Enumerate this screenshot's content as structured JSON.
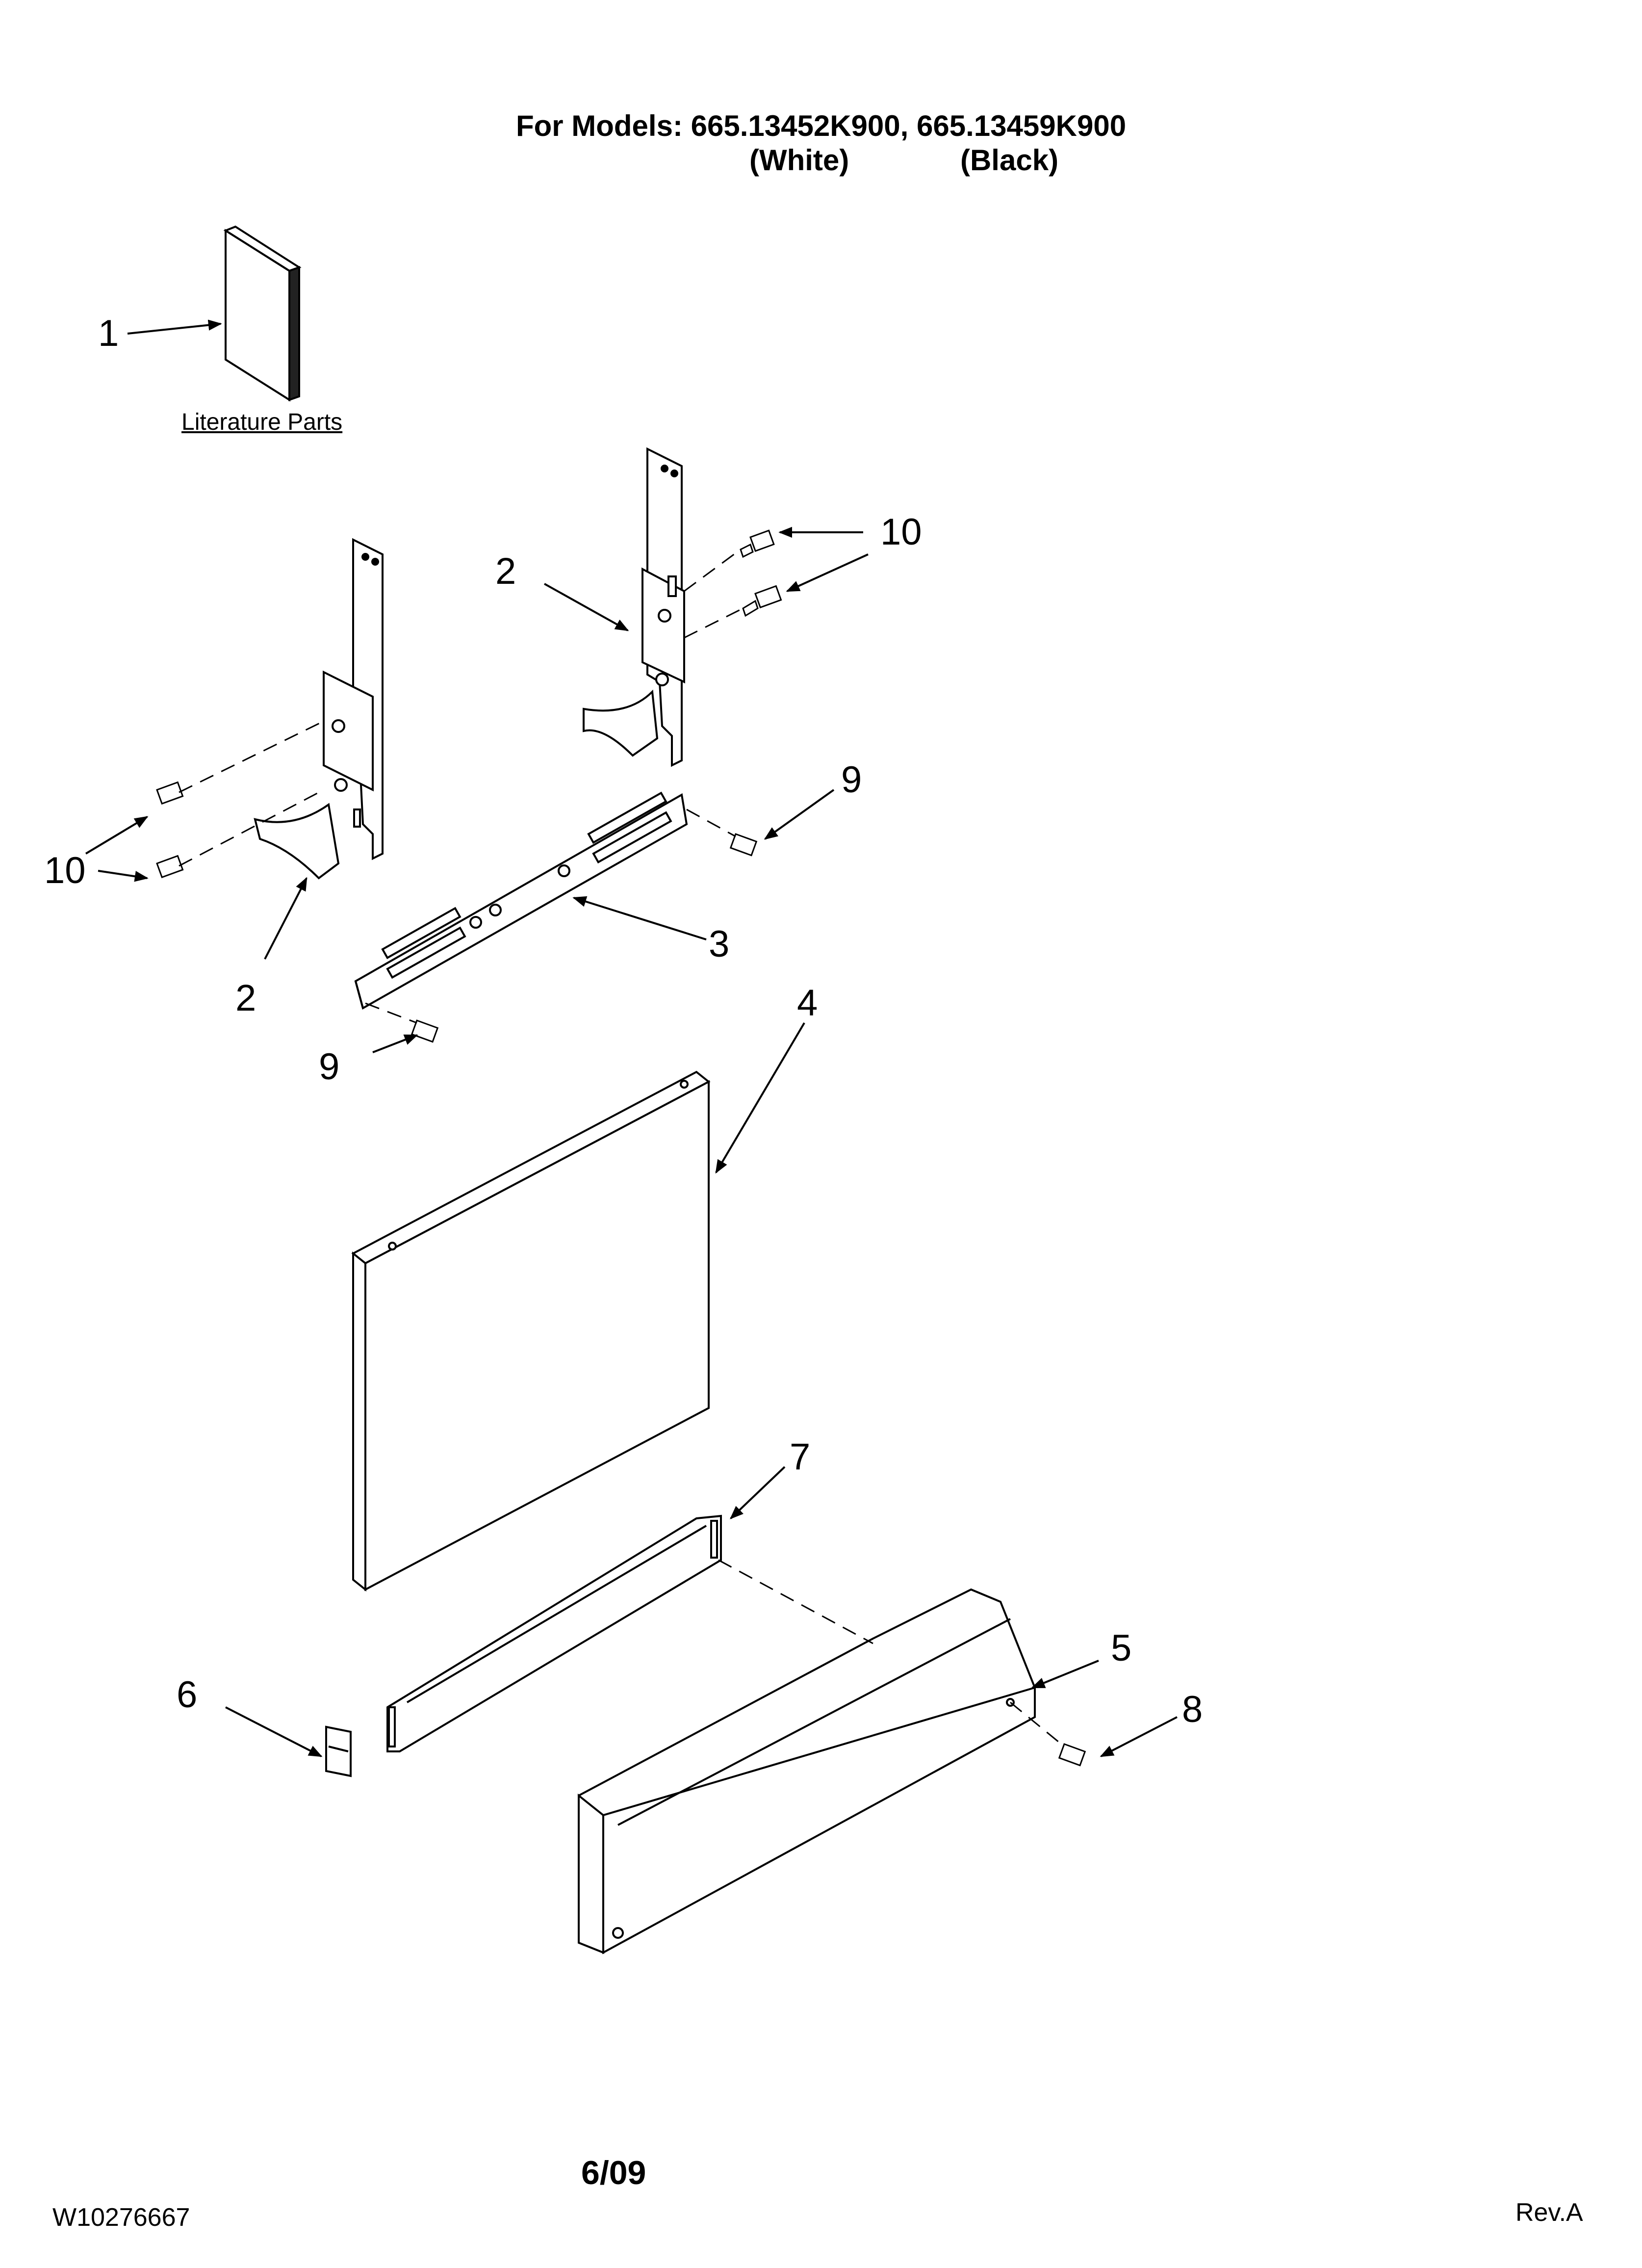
{
  "header": {
    "models_line": "For Models: 665.13452K900, 665.13459K900",
    "white": "(White)",
    "black": "(Black)"
  },
  "literature_label": "Literature Parts",
  "callouts": {
    "c1": "1",
    "c2a": "2",
    "c2b": "2",
    "c3": "3",
    "c4": "4",
    "c5": "5",
    "c6": "6",
    "c7": "7",
    "c8": "8",
    "c9a": "9",
    "c9b": "9",
    "c10a": "10",
    "c10b": "10"
  },
  "footer": {
    "doc_number": "W10276667",
    "date": "6/09",
    "revision": "Rev.A"
  }
}
